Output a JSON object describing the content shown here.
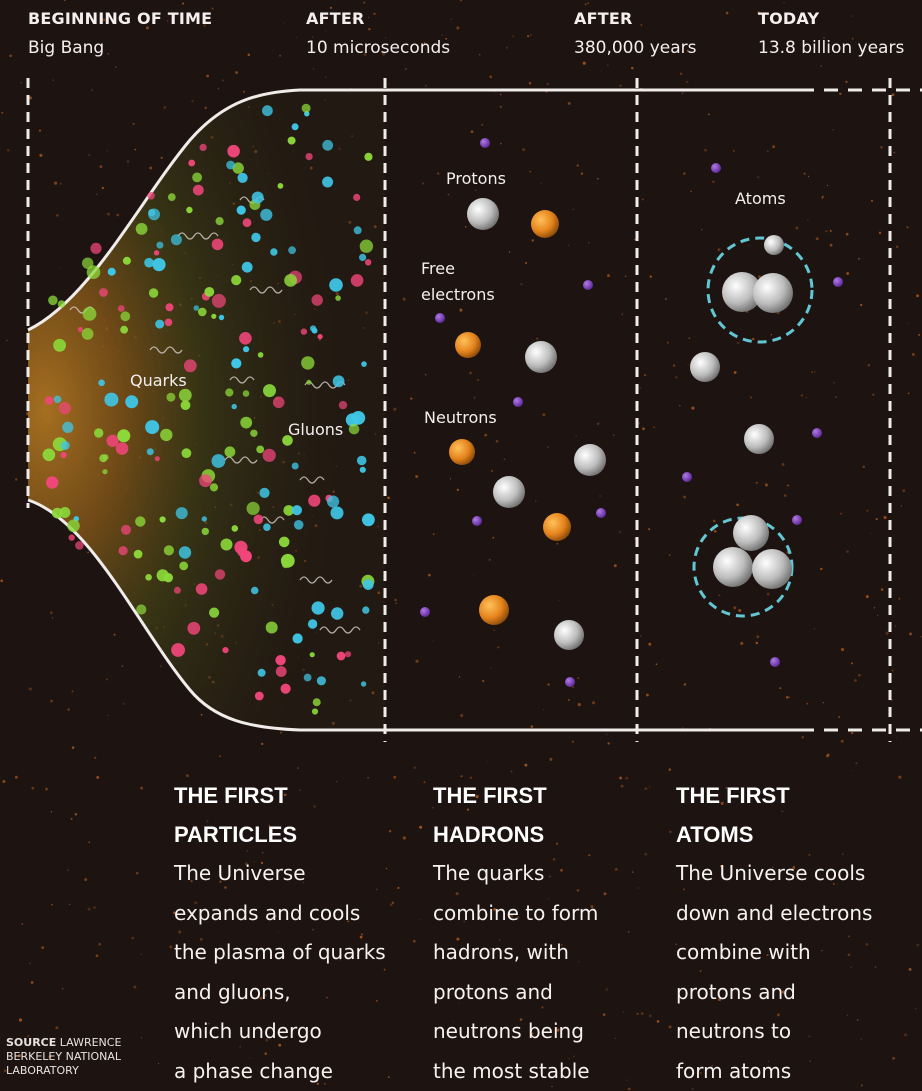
{
  "timeline": [
    {
      "heading": "BEGINNING OF TIME",
      "sub": "Big Bang"
    },
    {
      "heading": "AFTER",
      "sub": "10 microseconds"
    },
    {
      "heading": "AFTER",
      "sub": "380,000 years"
    },
    {
      "heading": "TODAY",
      "sub": "13.8 billion years"
    }
  ],
  "labels": {
    "quarks": "Quarks",
    "gluons": "Gluons",
    "protons": "Protons",
    "free_electrons_1": "Free",
    "free_electrons_2": "electrons",
    "neutrons": "Neutrons",
    "atoms": "Atoms"
  },
  "columns": [
    {
      "title_1": "THE FIRST",
      "title_2": "PARTICLES",
      "body": "The Universe\nexpands and cools\nthe plasma of quarks\nand gluons,\nwhich undergo\na phase change"
    },
    {
      "title_1": "THE FIRST",
      "title_2": "HADRONS",
      "body": "The quarks\ncombine to form\nhadrons, with\nprotons and\nneutrons being\nthe most stable"
    },
    {
      "title_1": "THE FIRST",
      "title_2": "ATOMS",
      "body": "The Universe cools\ndown and electrons\ncombine with\nprotons and\nneutrons to\nform atoms"
    }
  ],
  "source": {
    "label": "SOURCE",
    "text_1": "LAWRENCE",
    "text_2": "BERKELEY NATIONAL",
    "text_3": "LABORATORY"
  },
  "colors": {
    "background": "#1d1412",
    "quark_pink": "#f0467a",
    "quark_cyan": "#3fc6e6",
    "quark_green": "#8bd83a",
    "electron": "#7a3cc0",
    "neutron": "#e5831c",
    "proton": "#bfbfbf",
    "orbit": "#63c7d3"
  }
}
